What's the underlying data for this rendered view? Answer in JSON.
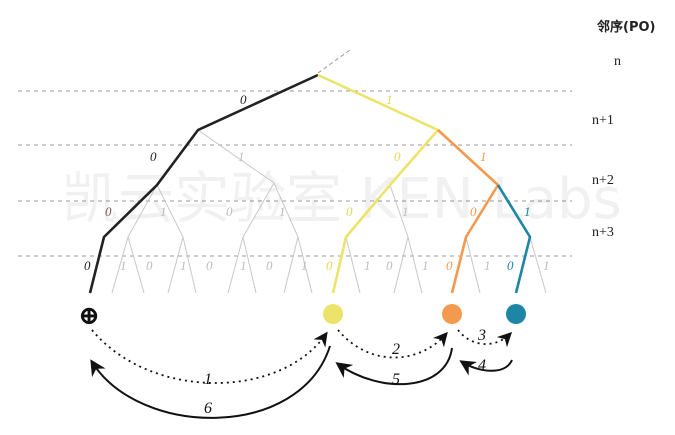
{
  "header": {
    "title": "邻序(PO)"
  },
  "levels": [
    "n",
    "n+1",
    "n+2",
    "n+3"
  ],
  "watermark": "凯云实验室 KEN Labs",
  "colors": {
    "black": "#222222",
    "gray": "#c8c8c8",
    "yellow": "#ece46a",
    "orange": "#f39a4f",
    "teal": "#1d86a4",
    "dash": "#9a9a9a"
  },
  "bits": {
    "zero": "0",
    "one": "1"
  },
  "nodes": {
    "xor_symbol": "⊕"
  },
  "arrows": [
    "1",
    "2",
    "3",
    "4",
    "5",
    "6"
  ]
}
